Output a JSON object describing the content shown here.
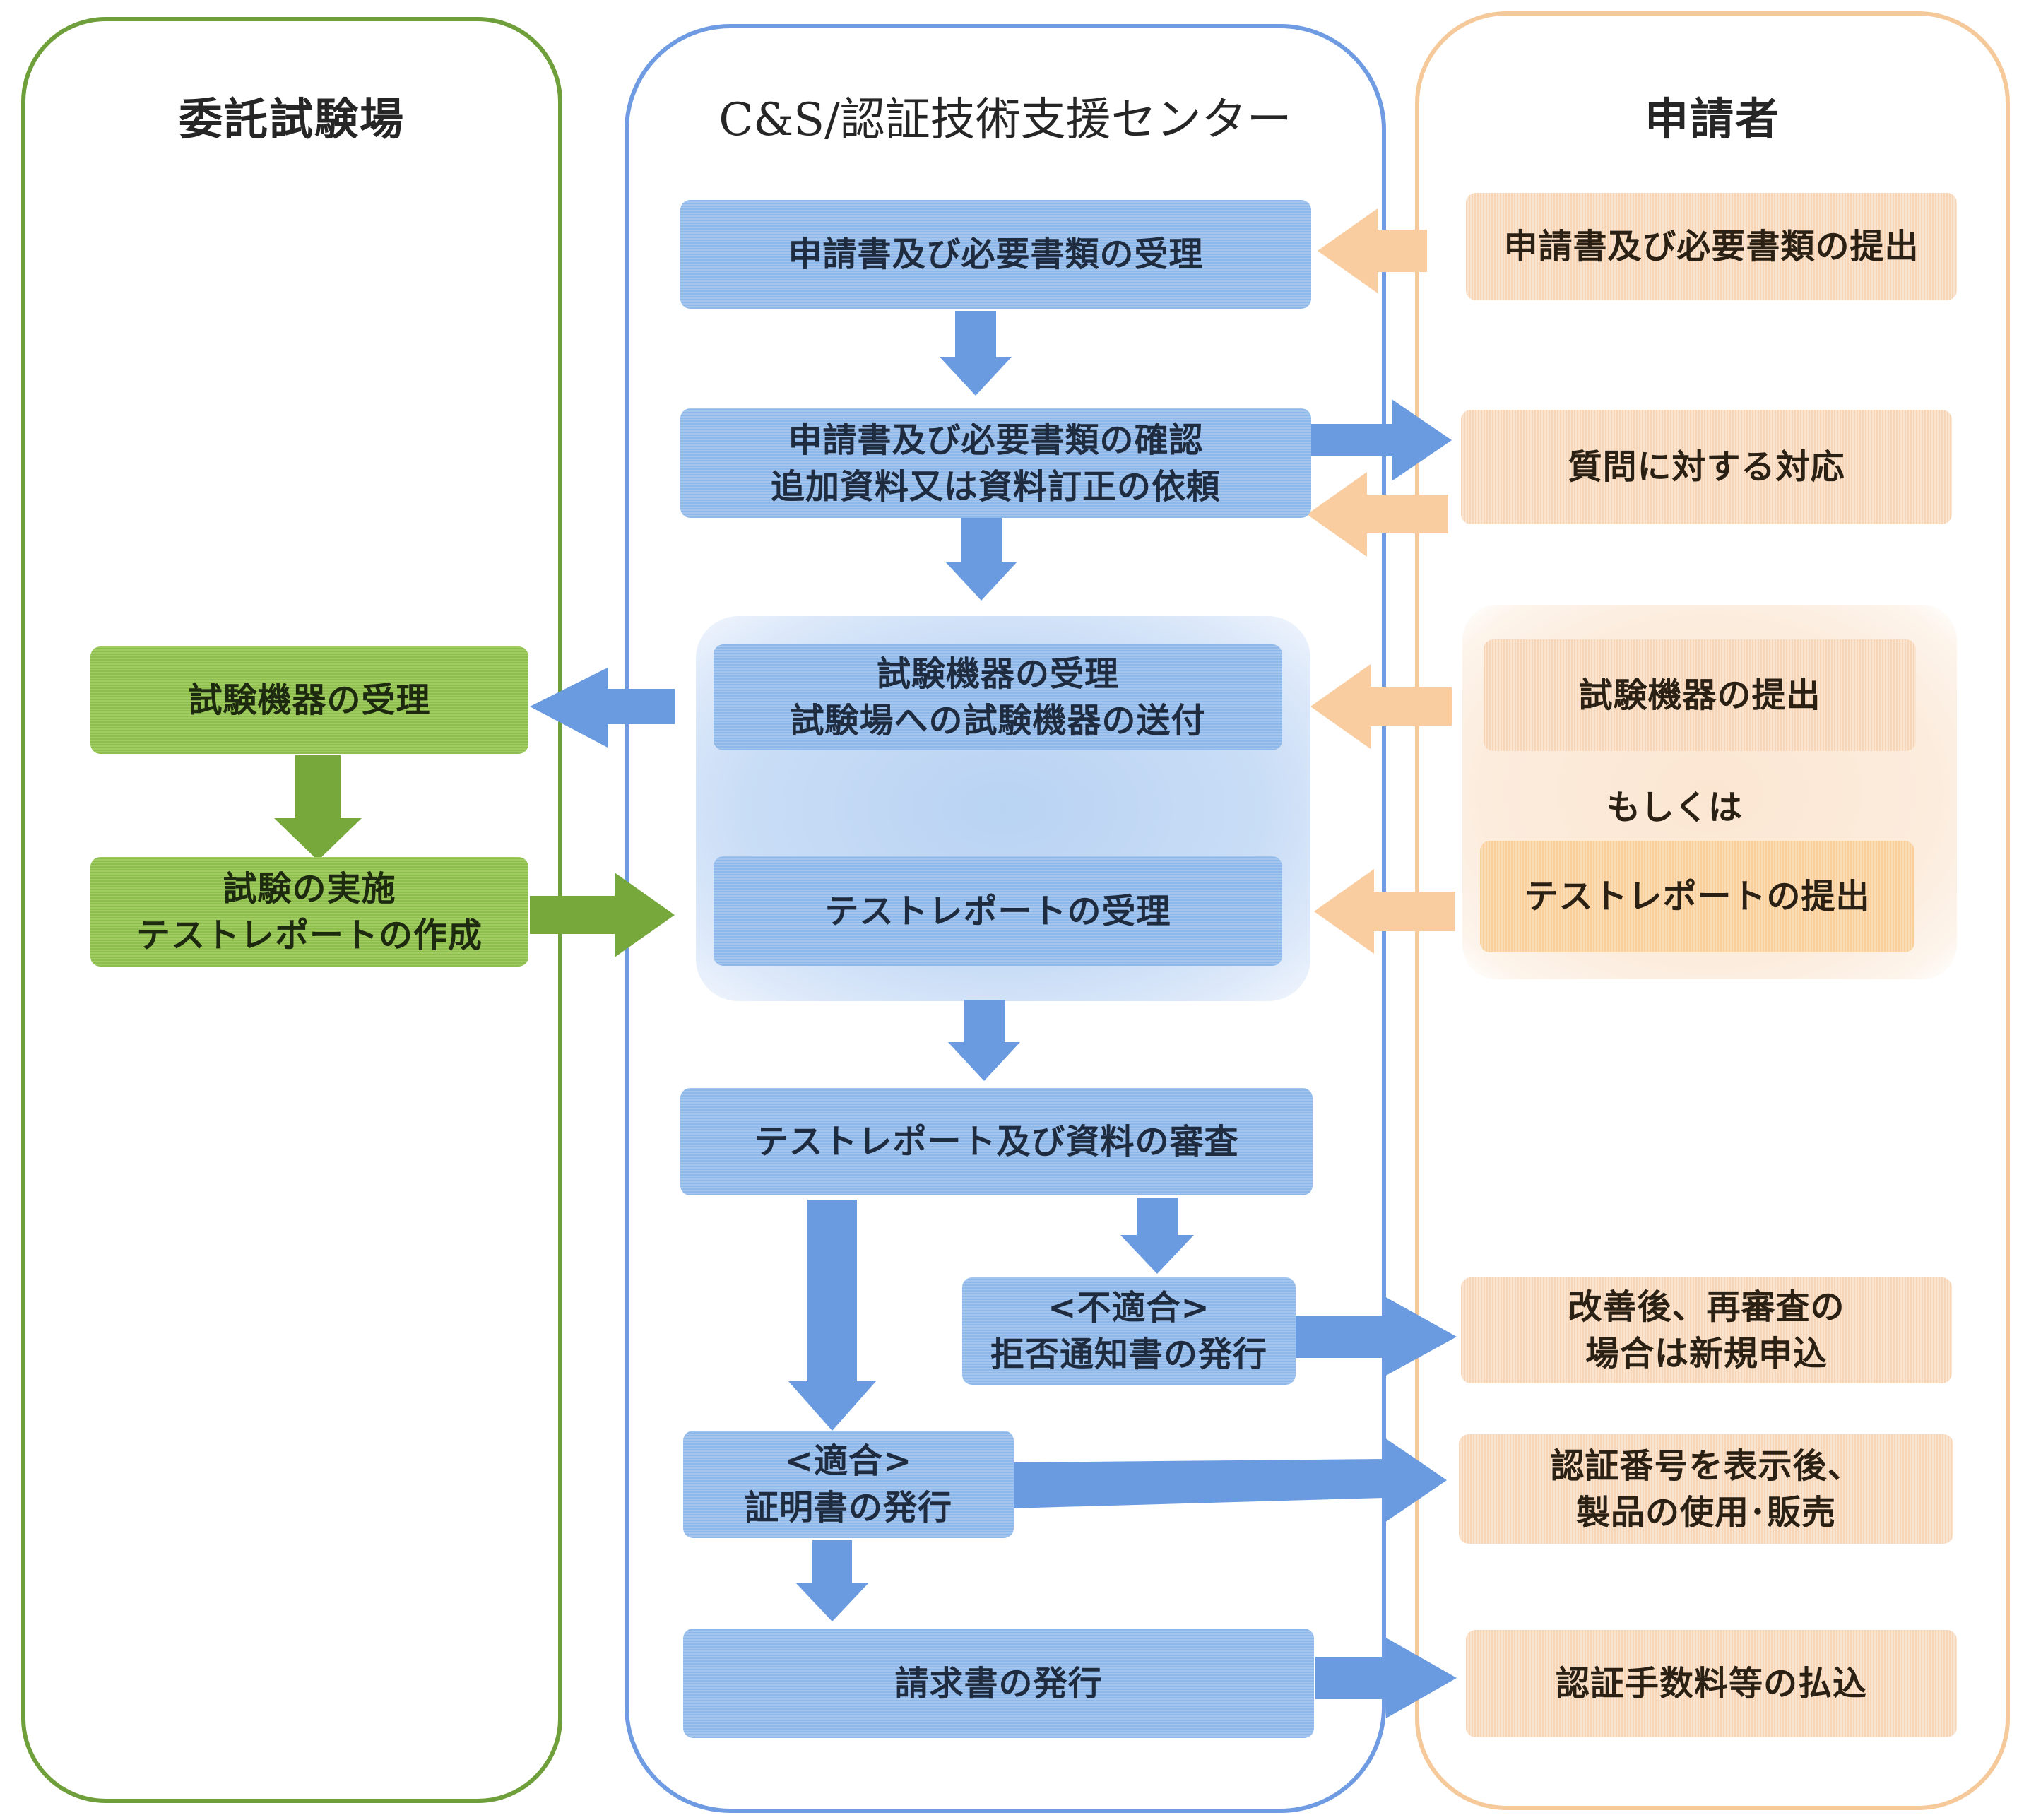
{
  "lanes": {
    "test_lab": "委託試験場",
    "center": "C&S/認証技術支援センター",
    "applicant": "申請者"
  },
  "center_steps": {
    "receive_application": "申請書及び必要書類の受理",
    "confirm_documents": "申請書及び必要書類の確認\n追加資料又は資料訂正の依頼",
    "receive_and_forward_equipment": "試験機器の受理\n試験場への試験機器の送付",
    "receive_test_report": "テストレポートの受理",
    "review": "テストレポート及び資料の審査",
    "rejection": "<不適合>\n拒否通知書の発行",
    "certificate": "<適合>\n証明書の発行",
    "invoice": "請求書の発行"
  },
  "lab_steps": {
    "receive_equipment": "試験機器の受理",
    "conduct_test": "試験の実施\nテストレポートの作成"
  },
  "applicant_steps": {
    "submit_application": "申請書及び必要書類の提出",
    "answer_questions": "質問に対する対応",
    "submit_equipment": "試験機器の提出",
    "or": "もしくは",
    "submit_report": "テストレポートの提出",
    "after_improvement": "改善後、再審査の\n場合は新規申込",
    "after_certification": "認証番号を表示後、\n製品の使用･販売",
    "pay_fee": "認証手数料等の払込"
  },
  "colors": {
    "green_lane": "#6f9f3a",
    "blue_lane": "#6f9be3",
    "orange_lane": "#f5c99a",
    "blue_arrow": "#6a9be0",
    "green_arrow": "#77a83c",
    "orange_arrow": "#f9cda0"
  }
}
